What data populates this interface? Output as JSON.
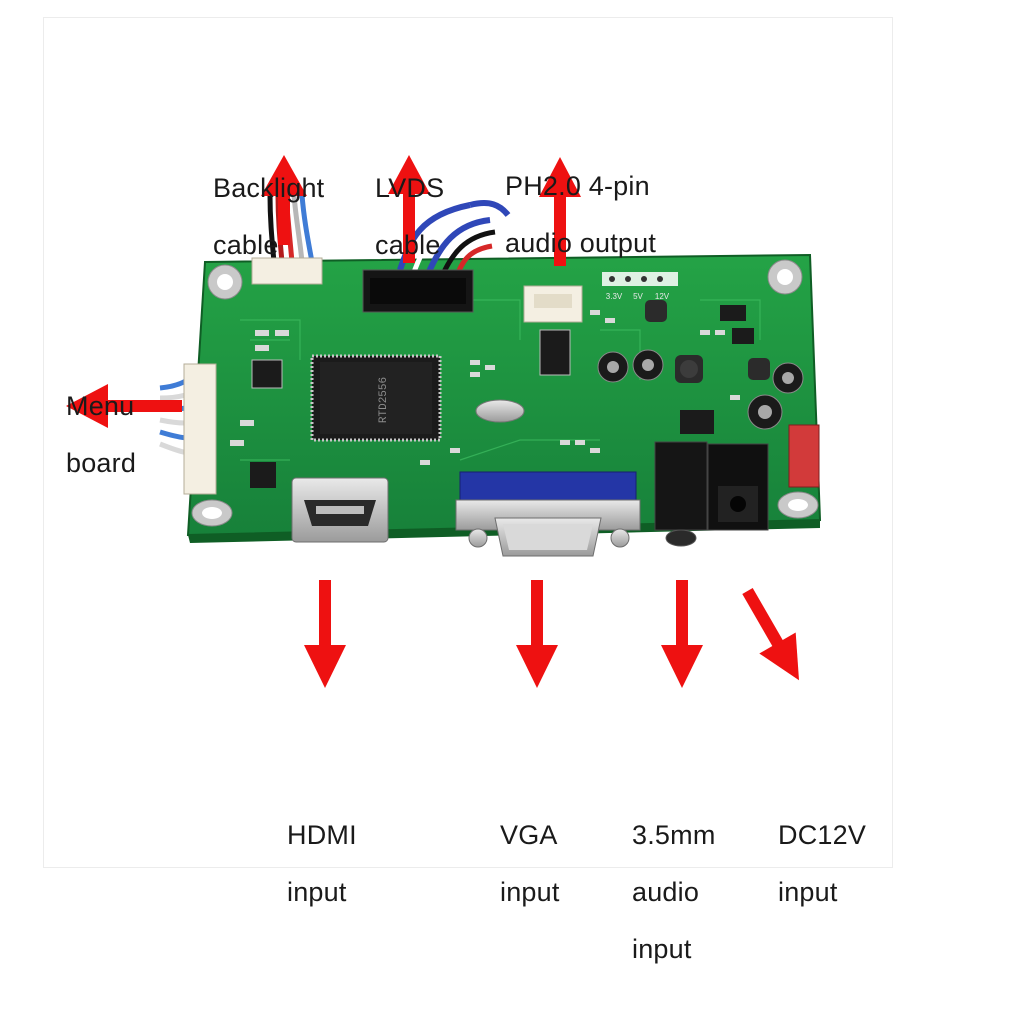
{
  "labels": {
    "backlight": [
      "Backlight",
      "cable"
    ],
    "lvds": [
      "LVDS",
      "cable"
    ],
    "audio_out": [
      "PH2.0 4-pin",
      "audio output"
    ],
    "menu": [
      "Menu",
      "board"
    ],
    "hdmi": [
      "HDMI",
      "input"
    ],
    "vga": [
      "VGA",
      "input"
    ],
    "audio_in": [
      "3.5mm",
      "audio",
      "input"
    ],
    "dc": [
      "DC12V",
      "input"
    ]
  },
  "board_text": {
    "voltage_labels": [
      "3.3V",
      "5V",
      "12V"
    ],
    "chip_marking": "RTD2556"
  },
  "colors": {
    "arrow": "#ee1111",
    "pcb": "#1e8f3c",
    "pcb_dark": "#146b2b",
    "vga_blue": "#2436a6"
  },
  "icons": [
    "arrow-up-icon",
    "arrow-down-icon",
    "arrow-left-icon"
  ]
}
